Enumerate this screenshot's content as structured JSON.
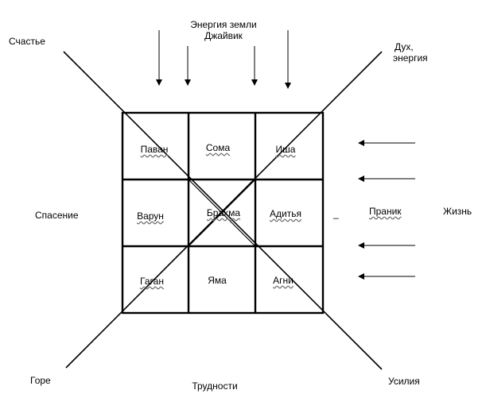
{
  "top_label": {
    "line1": "Энергия земли",
    "line2": "Джайвик"
  },
  "corners": {
    "top_left": "Счастье",
    "top_right_line1": "Дух,",
    "top_right_line2": "энергия",
    "bottom_left": "Горе",
    "bottom_right": "Усилия"
  },
  "sides": {
    "left": "Спасение",
    "bottom": "Трудности",
    "right_inner": "Праник",
    "right_outer": "Жизнь",
    "right_dash": "_"
  },
  "grid": {
    "cells": [
      [
        "Паван",
        "Сома",
        "Иша"
      ],
      [
        "Варун",
        "Брахма",
        "Адитья"
      ],
      [
        "Гаган",
        "Яма",
        "Агни"
      ]
    ]
  }
}
